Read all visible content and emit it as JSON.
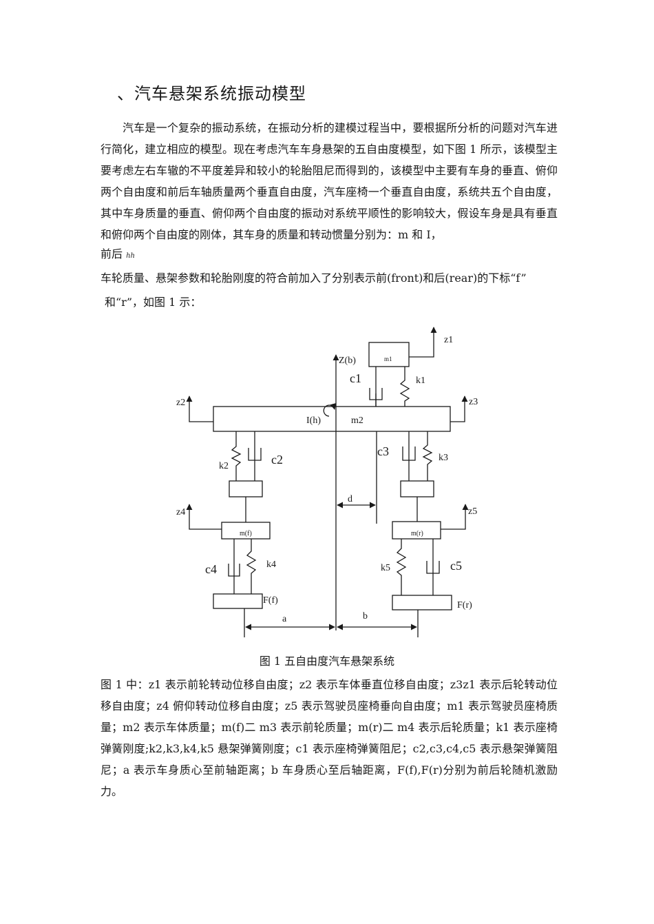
{
  "heading": "、汽车悬架系统振动模型",
  "intro": "汽车是一个复杂的振动系统，在振动分析的建模过程当中，要根据所分析的问题对汽车进行简化，建立相应的模型。现在考虑汽车车身悬架的五自由度模型，如下图 1 所示，该模型主要考虑左右车辙的不平度差异和较小的轮胎阻尼而得到的，该模型中主要有车身的垂直、俯仰两个自由度和前后车轴质量两个垂直自由度，汽车座椅一个垂直自由度，系统共五个自由度，其中车身质量的垂直、俯仰两个自由度的振动对系统平顺性的影响较大，假设车身是具有垂直和俯仰两个自由度的刚体，其车身的质量和转动惯量分别为：m 和 I，",
  "intro_tail": "前后",
  "intro_sub": "hh",
  "line2": "车轮质量、悬架参数和轮胎刚度的符合前加入了分别表示前(front)和后(rear)的下标“f”",
  "line3": "和“r”，如图 1 示：",
  "figure": {
    "labels": {
      "z1": "z1",
      "m1": "m1",
      "zb": "Z(b)",
      "c1": "c1",
      "k1": "k1",
      "z2": "z2",
      "z3": "z3",
      "ih": "I(h)",
      "m2": "m2",
      "c3": "c3",
      "k2": "k2",
      "c2": "c2",
      "k3": "k3",
      "d": "d",
      "z4": "z4",
      "z5": "z5",
      "mf": "m(f)",
      "mr": "m(r)",
      "c4": "c4",
      "k4": "k4",
      "k5": "k5",
      "c5": "c5",
      "ff": "F(f)",
      "fr": "F(r)",
      "a": "a",
      "b": "b"
    }
  },
  "caption": "图 1 五自由度汽车悬架系统",
  "desc": "图 1 中：z1 表示前轮转动位移自由度；z2 表示车体垂直位移自由度；z3z1 表示后轮转动位移自由度；z4 俯仰转动位移自由度；z5 表示驾驶员座椅垂向自由度；m1 表示驾驶员座椅质量；m2 表示车体质量；m(f)二 m3 表示前轮质量；m(r)二 m4 表示后轮质量；k1 表示座椅弹簧刚度;k2,k3,k4,k5 悬架弹簧刚度；c1 表示座椅弹簧阻尼；c2,c3,c4,c5 表示悬架弹簧阻尼；a 表示车身质心至前轴距离；b 车身质心至后轴距离，F(f),F(r)分别为前后轮随机激励力。"
}
